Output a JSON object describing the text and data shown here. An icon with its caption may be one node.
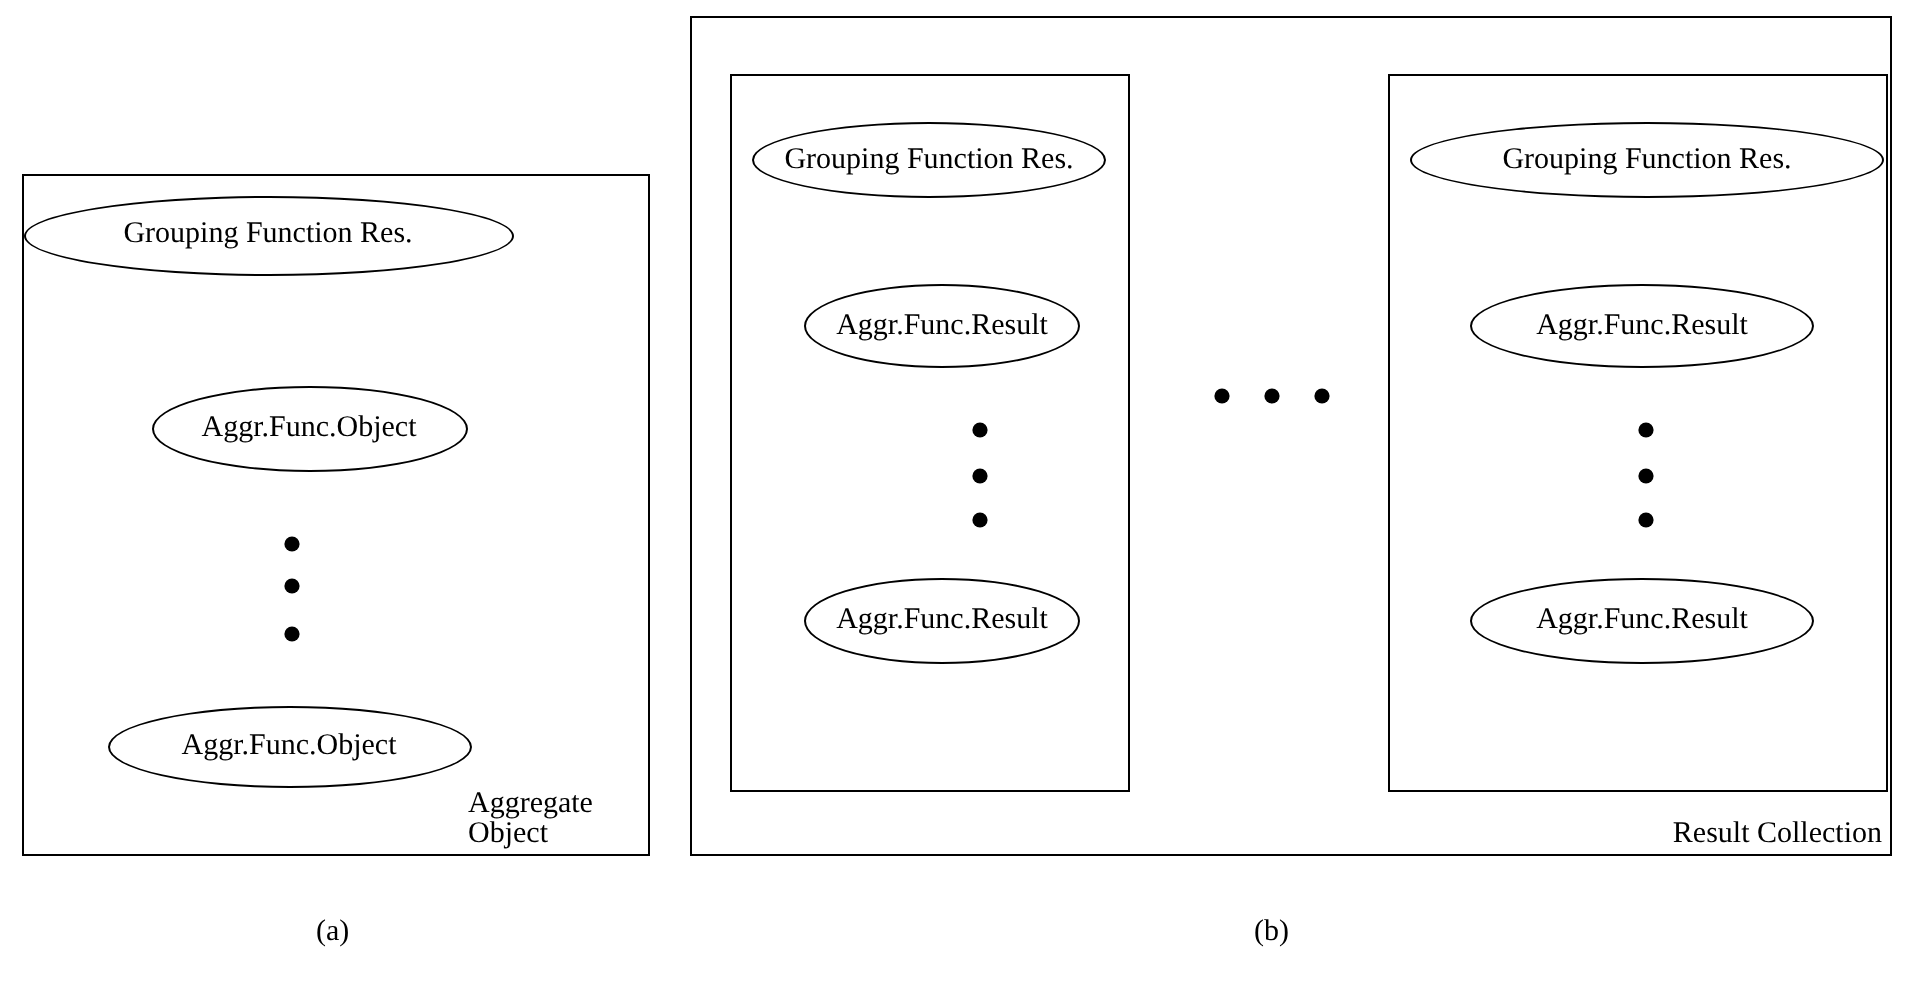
{
  "diagram": {
    "nodes": [
      {
        "text": [
          "Aggregate Object"
        ]
      },
      {
        "text": [
          "Grouping Function Res."
        ],
        "in": 0
      },
      {
        "text": [
          "Aggr.Func.Object"
        ],
        "in": 0
      },
      {
        "text": [
          "Aggr.Func.Object"
        ],
        "in": 0
      },
      {
        "text": [
          "Result Collection"
        ]
      },
      {
        "text": [],
        "shape": "box",
        "in": 4
      },
      {
        "text": [
          "Grouping Function Res."
        ],
        "in": 5
      },
      {
        "text": [
          "Aggr.Func.Result"
        ],
        "in": 5
      },
      {
        "text": [
          "Aggr.Func.Result"
        ],
        "in": 5
      },
      {
        "text": [],
        "shape": "box",
        "in": 4
      },
      {
        "text": [
          "Grouping Function Res."
        ],
        "in": 9
      },
      {
        "text": [
          "Aggr.Func.Result"
        ],
        "in": 9
      },
      {
        "text": [
          "Aggr.Func.Result"
        ],
        "in": 9
      }
    ],
    "labels": [
      "(a)",
      "(b)"
    ]
  }
}
